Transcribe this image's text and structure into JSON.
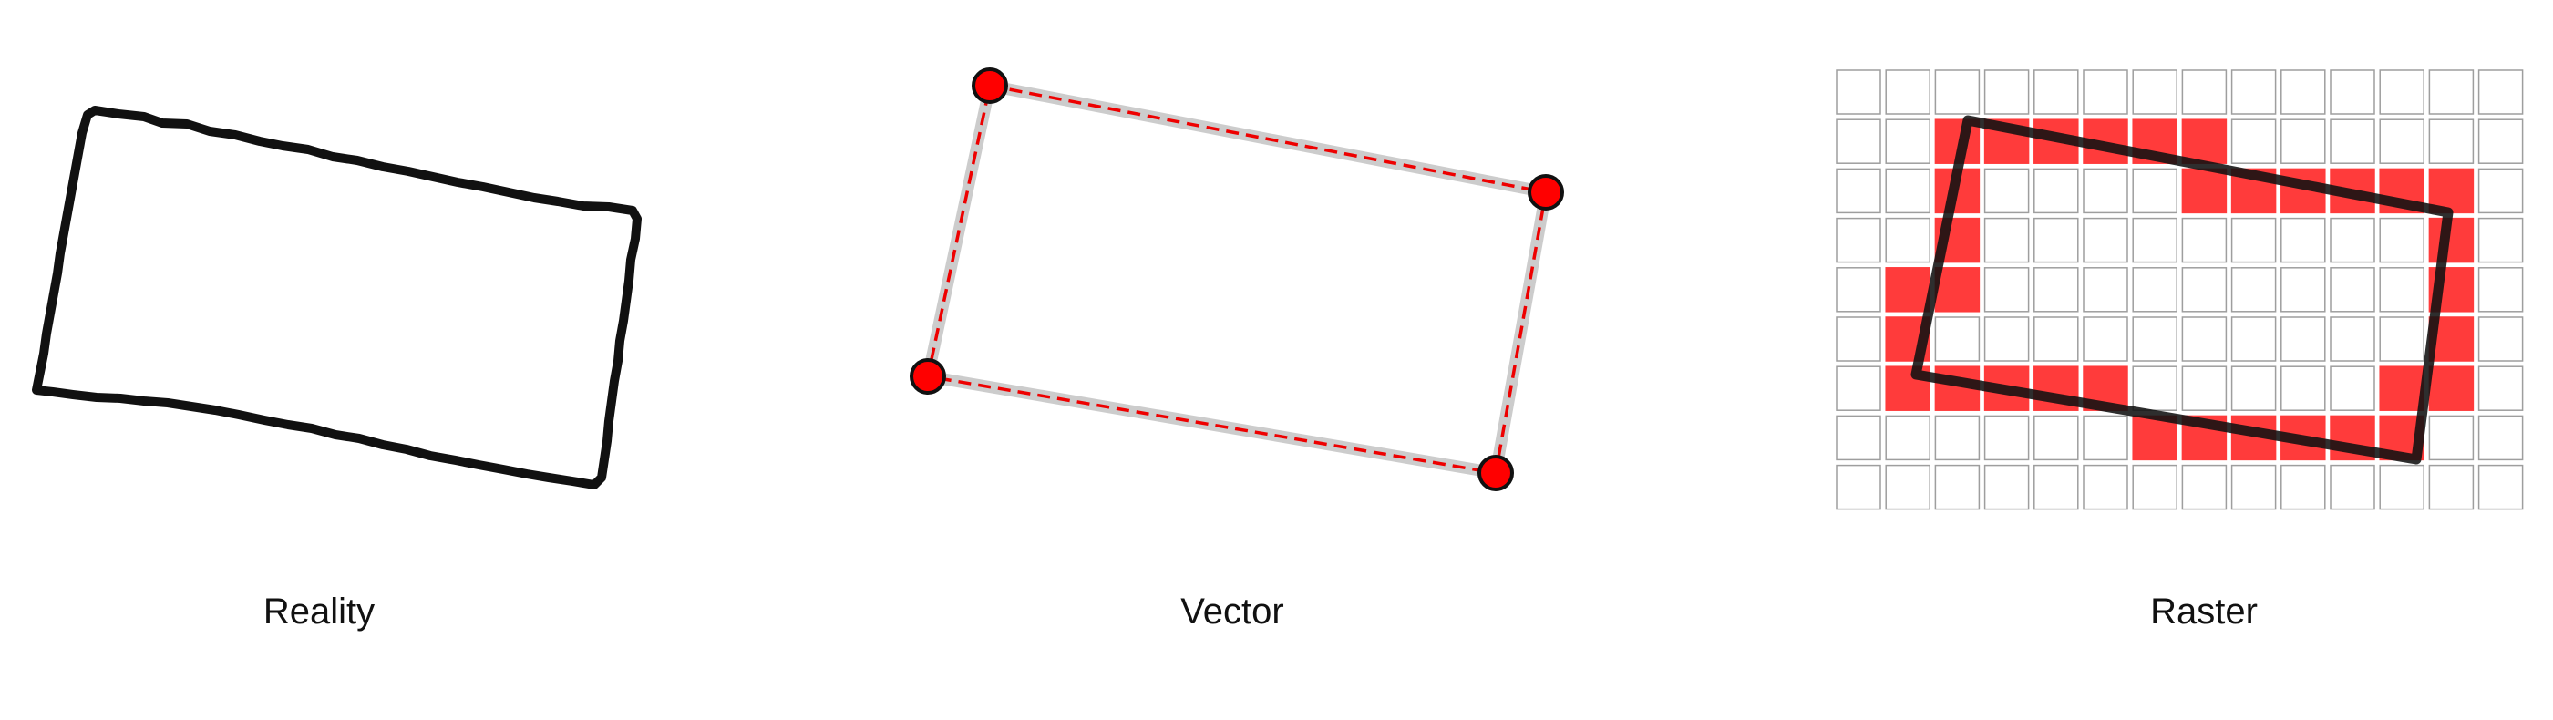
{
  "panels": {
    "reality": {
      "label": "Reality"
    },
    "vector": {
      "label": "Vector"
    },
    "raster": {
      "label": "Raster"
    }
  },
  "raster_grid": {
    "cols": 14,
    "rows": 9,
    "filled_cells": [
      [
        1,
        2
      ],
      [
        1,
        3
      ],
      [
        1,
        4
      ],
      [
        1,
        5
      ],
      [
        1,
        6
      ],
      [
        1,
        7
      ],
      [
        2,
        2
      ],
      [
        2,
        7
      ],
      [
        2,
        8
      ],
      [
        2,
        9
      ],
      [
        2,
        10
      ],
      [
        2,
        11
      ],
      [
        2,
        12
      ],
      [
        3,
        2
      ],
      [
        3,
        12
      ],
      [
        4,
        1
      ],
      [
        4,
        2
      ],
      [
        4,
        12
      ],
      [
        5,
        1
      ],
      [
        5,
        12
      ],
      [
        6,
        1
      ],
      [
        6,
        2
      ],
      [
        6,
        3
      ],
      [
        6,
        4
      ],
      [
        6,
        5
      ],
      [
        6,
        11
      ],
      [
        6,
        12
      ],
      [
        7,
        6
      ],
      [
        7,
        7
      ],
      [
        7,
        8
      ],
      [
        7,
        9
      ],
      [
        7,
        10
      ],
      [
        7,
        11
      ]
    ]
  },
  "colors": {
    "stroke": "#111111",
    "ghost_stroke": "#cccccc",
    "vertex_fill": "#ff0000",
    "vector_edge": "#ee0000",
    "raster_fill": "#ff3b3b",
    "grid_line": "#9e9e9e"
  }
}
